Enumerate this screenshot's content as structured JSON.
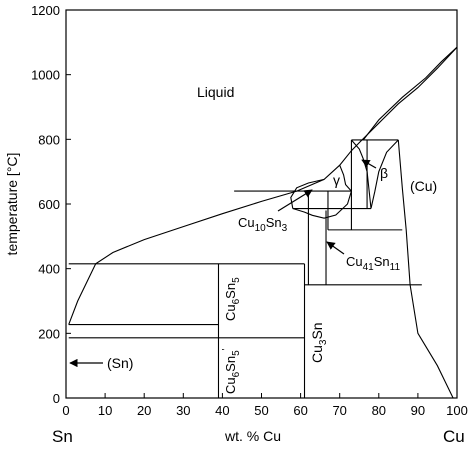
{
  "chart_data": {
    "type": "phase-diagram",
    "title": "",
    "xlabel": "wt. % Cu",
    "ylabel": "temperature [°C]",
    "xlim": [
      0,
      100
    ],
    "ylim": [
      0,
      1200
    ],
    "x_ticks": [
      "0",
      "10",
      "20",
      "30",
      "40",
      "50",
      "60",
      "70",
      "80",
      "90",
      "100"
    ],
    "y_ticks": [
      "0",
      "200",
      "400",
      "600",
      "800",
      "1000",
      "1200"
    ],
    "x_end_labels": {
      "left": "Sn",
      "right": "Cu"
    },
    "regions": [
      {
        "label": "Liquid",
        "x": 42,
        "y": 930
      },
      {
        "label": "(Sn)",
        "x": 13,
        "y": 105
      },
      {
        "label": "γ",
        "x": 70,
        "y": 665
      },
      {
        "label": "β",
        "x": 82,
        "y": 690
      },
      {
        "label": "(Cu)",
        "x": 93,
        "y": 650
      }
    ],
    "phase_labels": [
      {
        "base": "Cu",
        "sub1": "10",
        "mid": "Sn",
        "sub2": "3"
      },
      {
        "base": "Cu",
        "sub1": "41",
        "mid": "Sn",
        "sub2": "11"
      },
      {
        "base": "Cu",
        "sub1": "6",
        "mid": "Sn",
        "sub2": "5"
      },
      {
        "base": "Cu",
        "sub1": "6",
        "mid": "Sn",
        "sub2": "5",
        "sup": "'"
      },
      {
        "base": "Cu",
        "sub1": "3",
        "mid": "Sn",
        "sub2": ""
      }
    ],
    "liquidus": [
      [
        0.7,
        227
      ],
      [
        3,
        300
      ],
      [
        7.6,
        415
      ],
      [
        12,
        450
      ],
      [
        20,
        490
      ],
      [
        30,
        530
      ],
      [
        40,
        570
      ],
      [
        50,
        608
      ],
      [
        59,
        640
      ],
      [
        66,
        676
      ],
      [
        70,
        720
      ],
      [
        73,
        765
      ],
      [
        75,
        790
      ],
      [
        80,
        850
      ],
      [
        85,
        910
      ],
      [
        90,
        960
      ],
      [
        95,
        1020
      ],
      [
        100,
        1085
      ]
    ],
    "solidus_cu": [
      [
        76,
        798
      ],
      [
        80,
        860
      ],
      [
        86,
        930
      ],
      [
        92,
        990
      ],
      [
        96,
        1040
      ],
      [
        100,
        1085
      ]
    ],
    "invariant_lines": [
      {
        "temp": 798,
        "from": 73,
        "to": 85
      },
      {
        "temp": 640,
        "from": 43,
        "to": 73
      },
      {
        "temp": 586,
        "from": 58,
        "to": 78
      },
      {
        "temp": 520,
        "from": 67,
        "to": 86
      },
      {
        "temp": 415,
        "from": 0.7,
        "to": 61
      },
      {
        "temp": 350,
        "from": 61,
        "to": 91
      },
      {
        "temp": 227,
        "from": 0.7,
        "to": 39
      },
      {
        "temp": 186,
        "from": 0.7,
        "to": 61
      }
    ],
    "compound_lines": [
      {
        "x": 39,
        "from": 0,
        "to": 415
      },
      {
        "x": 61,
        "from": 0,
        "to": 415
      },
      {
        "x": 62,
        "from": 350,
        "to": 640
      },
      {
        "x": 66.5,
        "from": 350,
        "to": 580
      },
      {
        "x": 67,
        "from": 520,
        "to": 640
      },
      {
        "x": 73,
        "from": 520,
        "to": 798
      },
      {
        "x": 77,
        "from": 586,
        "to": 798
      }
    ],
    "cu_solvus": [
      [
        85,
        798
      ],
      [
        86,
        650
      ],
      [
        87,
        520
      ],
      [
        88,
        350
      ],
      [
        90,
        200
      ],
      [
        95,
        100
      ],
      [
        99,
        0
      ]
    ],
    "grid": false,
    "legend": "none"
  }
}
